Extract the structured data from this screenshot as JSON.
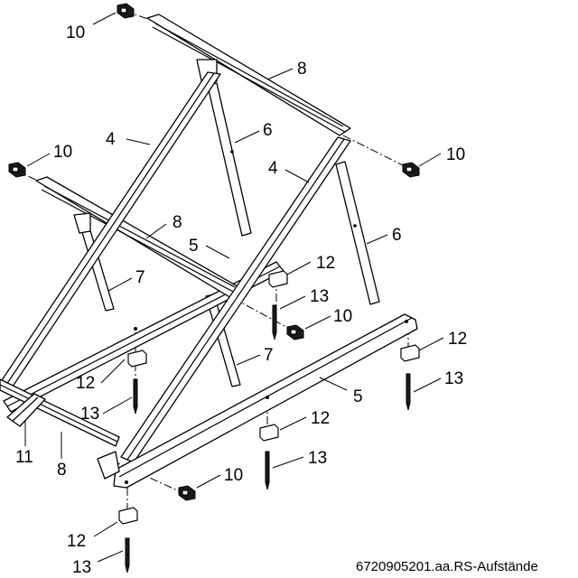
{
  "callouts": {
    "c10a": "10",
    "c8a": "8",
    "c4a": "4",
    "c6a": "6",
    "c10b": "10",
    "c10c": "10",
    "c4b": "4",
    "c8b": "8",
    "c5a": "5",
    "c6b": "6",
    "c12a": "12",
    "c7a": "7",
    "c13a": "13",
    "c10d": "10",
    "c12b": "12",
    "c7b": "7",
    "c12c": "12",
    "c13b": "13",
    "c5b": "5",
    "c12d": "12",
    "c13c": "13",
    "c11": "11",
    "c8c": "8",
    "c13d": "13",
    "c10e": "10",
    "c12e": "12",
    "c13e": "13"
  },
  "footer_reference": "6720905201.aa.RS-Aufstände"
}
